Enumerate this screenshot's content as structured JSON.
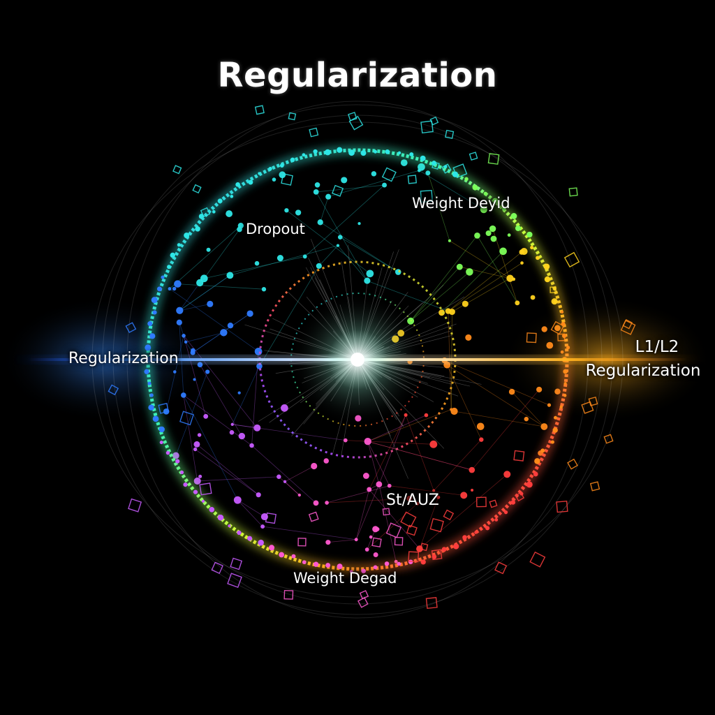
{
  "title": "Regularization",
  "labels": {
    "dropout": "Dropout",
    "weight_deyid": "Weight Deyid",
    "left_regularization": "Regularization",
    "l1l2_line1": "L1/L2",
    "l1l2_line2": "Regularization",
    "st_auz": "St/AUZ",
    "weight_degad": "Weight Degad"
  },
  "colors": {
    "background": "#000000",
    "left_blue": "#2f7bff",
    "cyan": "#2ee6e6",
    "green": "#7dff5a",
    "yellow": "#ffd21e",
    "orange": "#ff8a1a",
    "red": "#ff3d3d",
    "purple": "#c85cff",
    "magenta": "#ff5ad0",
    "core": "#ffffff"
  }
}
